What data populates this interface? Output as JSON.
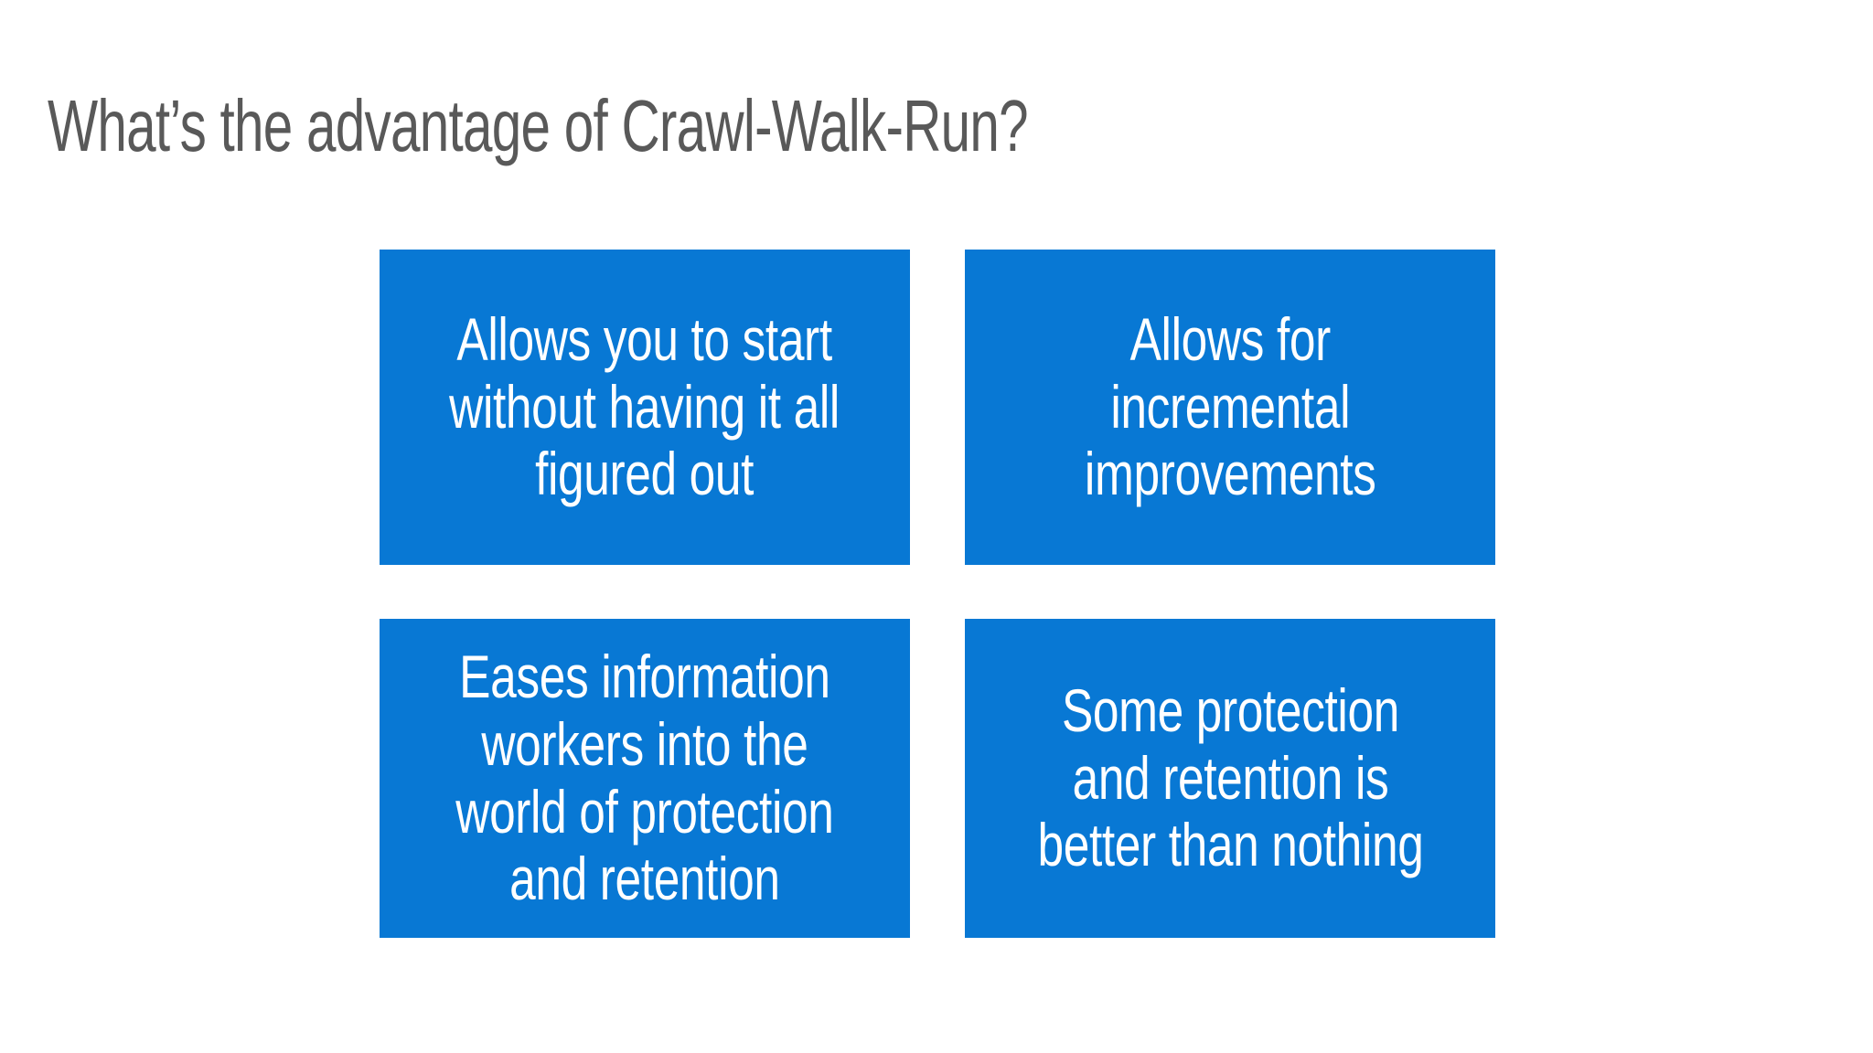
{
  "slide": {
    "title": "What’s the advantage of Crawl-Walk-Run?",
    "colors": {
      "background": "#ffffff",
      "title_gray": "#595959",
      "accent_blue": "#0878d4",
      "box_text": "#ffffff"
    },
    "boxes": [
      {
        "id": "advantage-box-1",
        "text": "Allows you to start\nwithout having it all\nfigured out"
      },
      {
        "id": "advantage-box-2",
        "text": "Allows for\nincremental\nimprovements"
      },
      {
        "id": "advantage-box-3",
        "text": "Eases information\nworkers into the\nworld of protection\nand retention"
      },
      {
        "id": "advantage-box-4",
        "text": "Some protection\nand retention is\nbetter than nothing"
      }
    ]
  }
}
